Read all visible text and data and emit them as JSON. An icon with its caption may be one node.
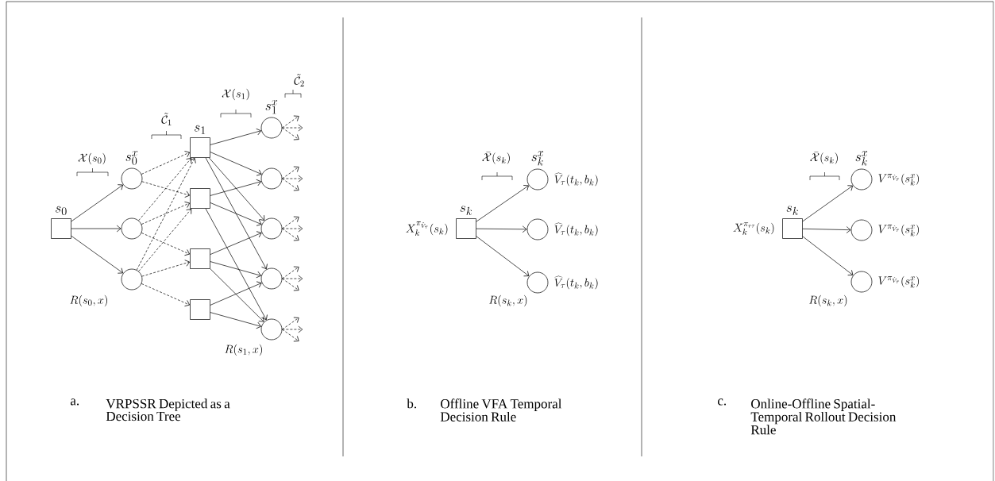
{
  "diagram": {
    "nodes": [
      {
        "text": [
          "s_0"
        ]
      },
      {
        "text": [
          "s_0^x"
        ]
      },
      {
        "text": [],
        "shape": "circle"
      },
      {
        "text": [],
        "shape": "circle"
      },
      {
        "text": [
          "s_1"
        ]
      },
      {
        "text": [],
        "shape": "box"
      },
      {
        "text": [],
        "shape": "box"
      },
      {
        "text": [],
        "shape": "box"
      },
      {
        "text": [
          "s_1^x"
        ]
      },
      {
        "text": [],
        "shape": "circle"
      },
      {
        "text": [],
        "shape": "circle"
      },
      {
        "text": [],
        "shape": "circle"
      },
      {
        "text": [],
        "shape": "circle"
      },
      {
        "text": [
          "s_k"
        ],
        "beside": [
          "X_k^{\\pi_{\\hat{V}_\\tau}}(s_k)"
        ]
      },
      {
        "text": [
          "s_k^x"
        ],
        "beside": [
          "\\widehat{V}_\\tau(t_k,b_k)"
        ]
      },
      {
        "text": [],
        "shape": "circle",
        "beside": [
          "\\widehat{V}_\\tau(t_k,b_k)"
        ]
      },
      {
        "text": [],
        "shape": "circle",
        "beside": [
          "\\widehat{V}_\\tau(t_k,b_k)"
        ]
      },
      {
        "text": [
          "s_k"
        ],
        "beside": [
          "X_k^{\\pi_{r\\tau}}(s_k)"
        ]
      },
      {
        "text": [
          "s_k^x"
        ],
        "beside": [
          "V^{\\pi_{\\hat{V}_\\tau}}(s_k^x)"
        ]
      },
      {
        "text": [],
        "shape": "circle",
        "beside": [
          "V^{\\pi_{\\hat{V}_\\tau}}(s_k^x)"
        ]
      },
      {
        "text": [],
        "shape": "circle",
        "beside": [
          "V^{\\pi_{\\hat{V}_\\tau}}(s_k^x)"
        ]
      }
    ],
    "edges": [
      {
        "from": 0,
        "to": 1,
        "arrow": "to"
      },
      {
        "from": 0,
        "to": 2,
        "arrow": "to"
      },
      {
        "from": 0,
        "to": 3,
        "arrow": "to"
      },
      {
        "from": 1,
        "to": 4,
        "arrow": "to",
        "style": "dashed"
      },
      {
        "from": 1,
        "to": 5,
        "arrow": "to",
        "style": "dashed"
      },
      {
        "from": 2,
        "to": 4,
        "arrow": "to",
        "style": "dashed"
      },
      {
        "from": 2,
        "to": 5,
        "arrow": "to",
        "style": "dashed"
      },
      {
        "from": 2,
        "to": 6,
        "arrow": "to",
        "style": "dashed"
      },
      {
        "from": 3,
        "to": 4,
        "arrow": "to",
        "style": "dashed"
      },
      {
        "from": 3,
        "to": 5,
        "arrow": "to",
        "style": "dashed"
      },
      {
        "from": 3,
        "to": 6,
        "arrow": "to",
        "style": "dashed"
      },
      {
        "from": 3,
        "to": 7,
        "arrow": "to",
        "style": "dashed"
      },
      {
        "from": 4,
        "to": 8,
        "arrow": "to"
      },
      {
        "from": 4,
        "to": 9,
        "arrow": "to"
      },
      {
        "from": 4,
        "to": 10,
        "arrow": "to"
      },
      {
        "from": 4,
        "to": 11,
        "arrow": "to"
      },
      {
        "from": 5,
        "to": 9,
        "arrow": "to"
      },
      {
        "from": 5,
        "to": 10,
        "arrow": "to"
      },
      {
        "from": 5,
        "to": 12,
        "arrow": "to"
      },
      {
        "from": 6,
        "to": 10,
        "arrow": "to"
      },
      {
        "from": 6,
        "to": 11,
        "arrow": "to"
      },
      {
        "from": 6,
        "to": 12,
        "arrow": "to"
      },
      {
        "from": 7,
        "to": 11,
        "arrow": "to"
      },
      {
        "from": 7,
        "to": 12,
        "arrow": "to"
      },
      {
        "from": 8,
        "to": null,
        "arrow": "to",
        "style": "dashed"
      },
      {
        "from": 8,
        "to": null,
        "arrow": "to",
        "style": "dashed"
      },
      {
        "from": 8,
        "to": null,
        "arrow": "to",
        "style": "dashed"
      },
      {
        "from": 9,
        "to": null,
        "arrow": "to",
        "style": "dashed"
      },
      {
        "from": 9,
        "to": null,
        "arrow": "to",
        "style": "dashed"
      },
      {
        "from": 9,
        "to": null,
        "arrow": "to",
        "style": "dashed"
      },
      {
        "from": 10,
        "to": null,
        "arrow": "to",
        "style": "dashed"
      },
      {
        "from": 10,
        "to": null,
        "arrow": "to",
        "style": "dashed"
      },
      {
        "from": 10,
        "to": null,
        "arrow": "to",
        "style": "dashed"
      },
      {
        "from": 11,
        "to": null,
        "arrow": "to",
        "style": "dashed"
      },
      {
        "from": 11,
        "to": null,
        "arrow": "to",
        "style": "dashed"
      },
      {
        "from": 11,
        "to": null,
        "arrow": "to",
        "style": "dashed"
      },
      {
        "from": 12,
        "to": null,
        "arrow": "to",
        "style": "dashed"
      },
      {
        "from": 12,
        "to": null,
        "arrow": "to",
        "style": "dashed"
      },
      {
        "from": 12,
        "to": null,
        "arrow": "to",
        "style": "dashed"
      },
      {
        "from": 13,
        "to": 14,
        "arrow": "to"
      },
      {
        "from": 13,
        "to": 15,
        "arrow": "to"
      },
      {
        "from": 13,
        "to": 16,
        "arrow": "to"
      },
      {
        "from": 17,
        "to": 18,
        "arrow": "to"
      },
      {
        "from": 17,
        "to": 19,
        "arrow": "to"
      },
      {
        "from": 17,
        "to": 20,
        "arrow": "to"
      }
    ],
    "labels": [
      "\\mathcal{X}(s_0)",
      "\\tilde{\\mathcal{C}}_1",
      "\\mathcal{X}(s_1)",
      "\\tilde{\\mathcal{C}}_2",
      "R(s_0,x)",
      "R(s_1,x)",
      "a.",
      "VRPSSR Depicted as a Decision Tree",
      "\\bar{\\mathcal{X}}(s_k)",
      "R(s_k,x)",
      "b.",
      "Offline VFA Temporal Decision Rule",
      "\\bar{\\mathcal{X}}(s_k)",
      "R(s_k,x)",
      "c.",
      "Online-Offline Spatial-Temporal Rollout Decision Rule"
    ]
  }
}
